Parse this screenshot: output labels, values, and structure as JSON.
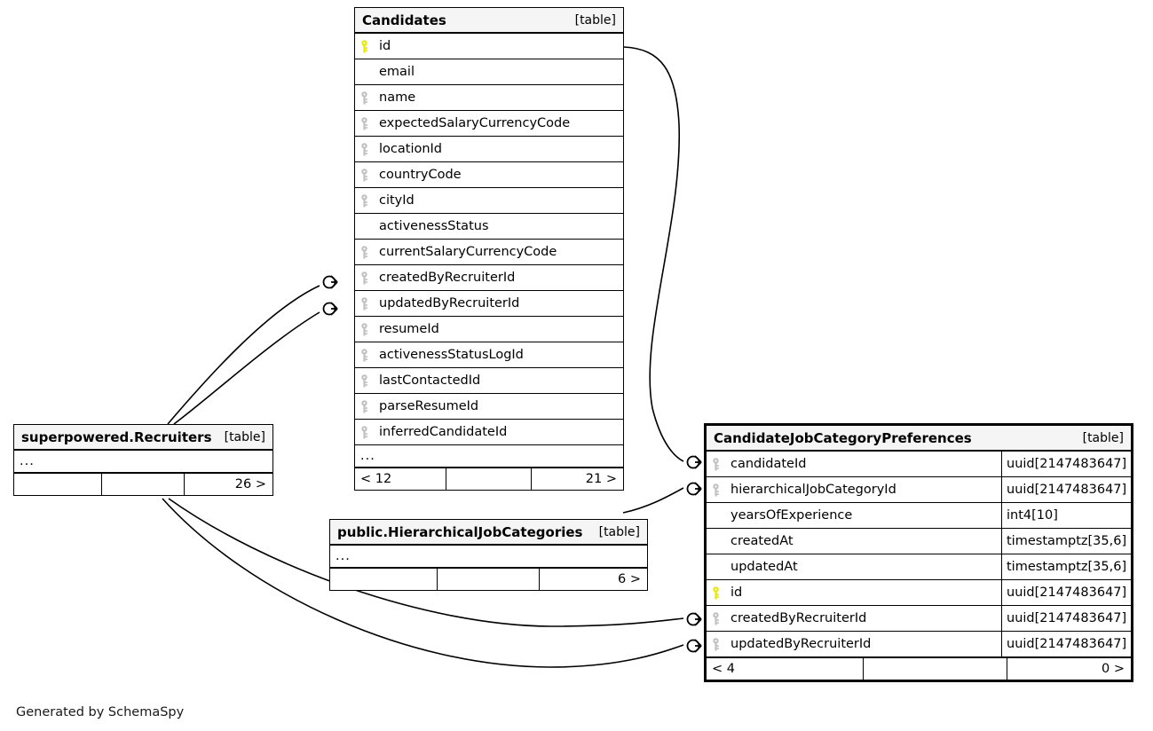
{
  "diagram": {
    "caption": "Generated by SchemaSpy",
    "table_tag": "[table]",
    "ellipsis": "...",
    "key_icon_pk": "key-icon-primary",
    "key_icon_fk": "key-icon-foreign",
    "colors": {
      "primary_key": "#e8e800",
      "foreign_key": "#c0c0c0",
      "header_bg": "#f5f5f5",
      "border": "#000000",
      "background": "#ffffff"
    }
  },
  "tables": {
    "candidates": {
      "title": "Candidates",
      "tag": "[table]",
      "ellipsis": "...",
      "columns": [
        {
          "name": "id",
          "key": "primary"
        },
        {
          "name": "email",
          "key": "none"
        },
        {
          "name": "name",
          "key": "foreign"
        },
        {
          "name": "expectedSalaryCurrencyCode",
          "key": "foreign"
        },
        {
          "name": "locationId",
          "key": "foreign"
        },
        {
          "name": "countryCode",
          "key": "foreign"
        },
        {
          "name": "cityId",
          "key": "foreign"
        },
        {
          "name": "activenessStatus",
          "key": "none"
        },
        {
          "name": "currentSalaryCurrencyCode",
          "key": "foreign"
        },
        {
          "name": "createdByRecruiterId",
          "key": "foreign"
        },
        {
          "name": "updatedByRecruiterId",
          "key": "foreign"
        },
        {
          "name": "resumeId",
          "key": "foreign"
        },
        {
          "name": "activenessStatusLogId",
          "key": "foreign"
        },
        {
          "name": "lastContactedId",
          "key": "foreign"
        },
        {
          "name": "parseResumeId",
          "key": "foreign"
        },
        {
          "name": "inferredCandidateId",
          "key": "foreign"
        }
      ],
      "footer": {
        "left": "< 12",
        "mid": "",
        "right": "21 >"
      }
    },
    "recruiters": {
      "title": "superpowered.Recruiters",
      "tag": "[table]",
      "ellipsis": "...",
      "columns": [],
      "footer": {
        "left": "",
        "mid": "",
        "right": "26 >"
      }
    },
    "hierarchical_job_categories": {
      "title": "public.HierarchicalJobCategories",
      "tag": "[table]",
      "ellipsis": "...",
      "columns": [],
      "footer": {
        "left": "",
        "mid": "",
        "right": "6 >"
      }
    },
    "candidate_job_category_preferences": {
      "title": "CandidateJobCategoryPreferences",
      "tag": "[table]",
      "focal": true,
      "columns": [
        {
          "name": "candidateId",
          "type": "uuid[2147483647]",
          "key": "foreign"
        },
        {
          "name": "hierarchicalJobCategoryId",
          "type": "uuid[2147483647]",
          "key": "foreign"
        },
        {
          "name": "yearsOfExperience",
          "type": "int4[10]",
          "key": "none"
        },
        {
          "name": "createdAt",
          "type": "timestamptz[35,6]",
          "key": "none"
        },
        {
          "name": "updatedAt",
          "type": "timestamptz[35,6]",
          "key": "none"
        },
        {
          "name": "id",
          "type": "uuid[2147483647]",
          "key": "primary"
        },
        {
          "name": "createdByRecruiterId",
          "type": "uuid[2147483647]",
          "key": "foreign"
        },
        {
          "name": "updatedByRecruiterId",
          "type": "uuid[2147483647]",
          "key": "foreign"
        }
      ],
      "footer": {
        "left": "< 4",
        "mid": "",
        "right": "0 >"
      }
    }
  },
  "relationships": [
    {
      "name": "candidates-id-to-cjcp-candidateid",
      "from": "Candidates.id",
      "to": "CandidateJobCategoryPreferences.candidateId"
    },
    {
      "name": "hjc-to-cjcp-hierarchicaljobcategoryid",
      "from": "public.HierarchicalJobCategories",
      "to": "CandidateJobCategoryPreferences.hierarchicalJobCategoryId"
    },
    {
      "name": "recruiters-to-candidates-createdbyrecruiterid",
      "from": "superpowered.Recruiters",
      "to": "Candidates.createdByRecruiterId"
    },
    {
      "name": "recruiters-to-candidates-updatedbyrecruiterid",
      "from": "superpowered.Recruiters",
      "to": "Candidates.updatedByRecruiterId"
    },
    {
      "name": "recruiters-to-cjcp-createdbyrecruiterid",
      "from": "superpowered.Recruiters",
      "to": "CandidateJobCategoryPreferences.createdByRecruiterId"
    },
    {
      "name": "recruiters-to-cjcp-updatedbyrecruiterid",
      "from": "superpowered.Recruiters",
      "to": "CandidateJobCategoryPreferences.updatedByRecruiterId"
    }
  ]
}
